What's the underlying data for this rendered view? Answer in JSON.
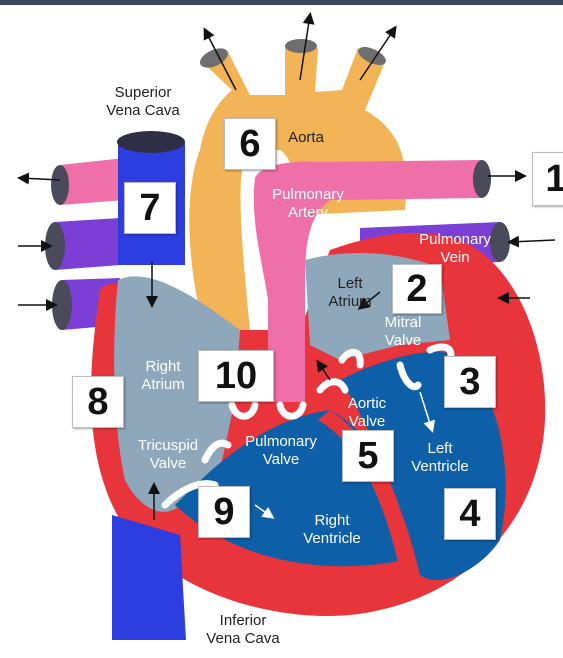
{
  "colors": {
    "aorta": "#f2b456",
    "pulmonary_artery": "#ef6fa8",
    "vena_cava": "#2d3ee0",
    "pulmonary_vein": "#7b3fd6",
    "right_chambers": "#8ea7ba",
    "left_chambers": "#0d5fa8",
    "myocardium": "#e8343b",
    "valves": "#ffffff"
  },
  "labels": {
    "superior_vena_cava": "Superior\nVena Cava",
    "aorta": "Aorta",
    "pulmonary_artery": "Pulmonary\nArtery",
    "pulmonary_vein": "Pulmonary\nVein",
    "left_atrium": "Left\nAtrium",
    "mitral_valve": "Mitral\nValve",
    "right_atrium": "Right\nAtrium",
    "aortic_valve": "Aortic\nValve",
    "left_ventricle": "Left\nVentricle",
    "pulmonary_valve": "Pulmonary\nValve",
    "tricuspid_valve": "Tricuspid\nValve",
    "right_ventricle": "Right\nVentricle",
    "inferior_vena_cava": "Inferior\nVena Cava"
  },
  "numbers": {
    "n1": "1",
    "n2": "2",
    "n3": "3",
    "n4": "4",
    "n5": "5",
    "n6": "6",
    "n7": "7",
    "n8": "8",
    "n9": "9",
    "n10": "10"
  }
}
